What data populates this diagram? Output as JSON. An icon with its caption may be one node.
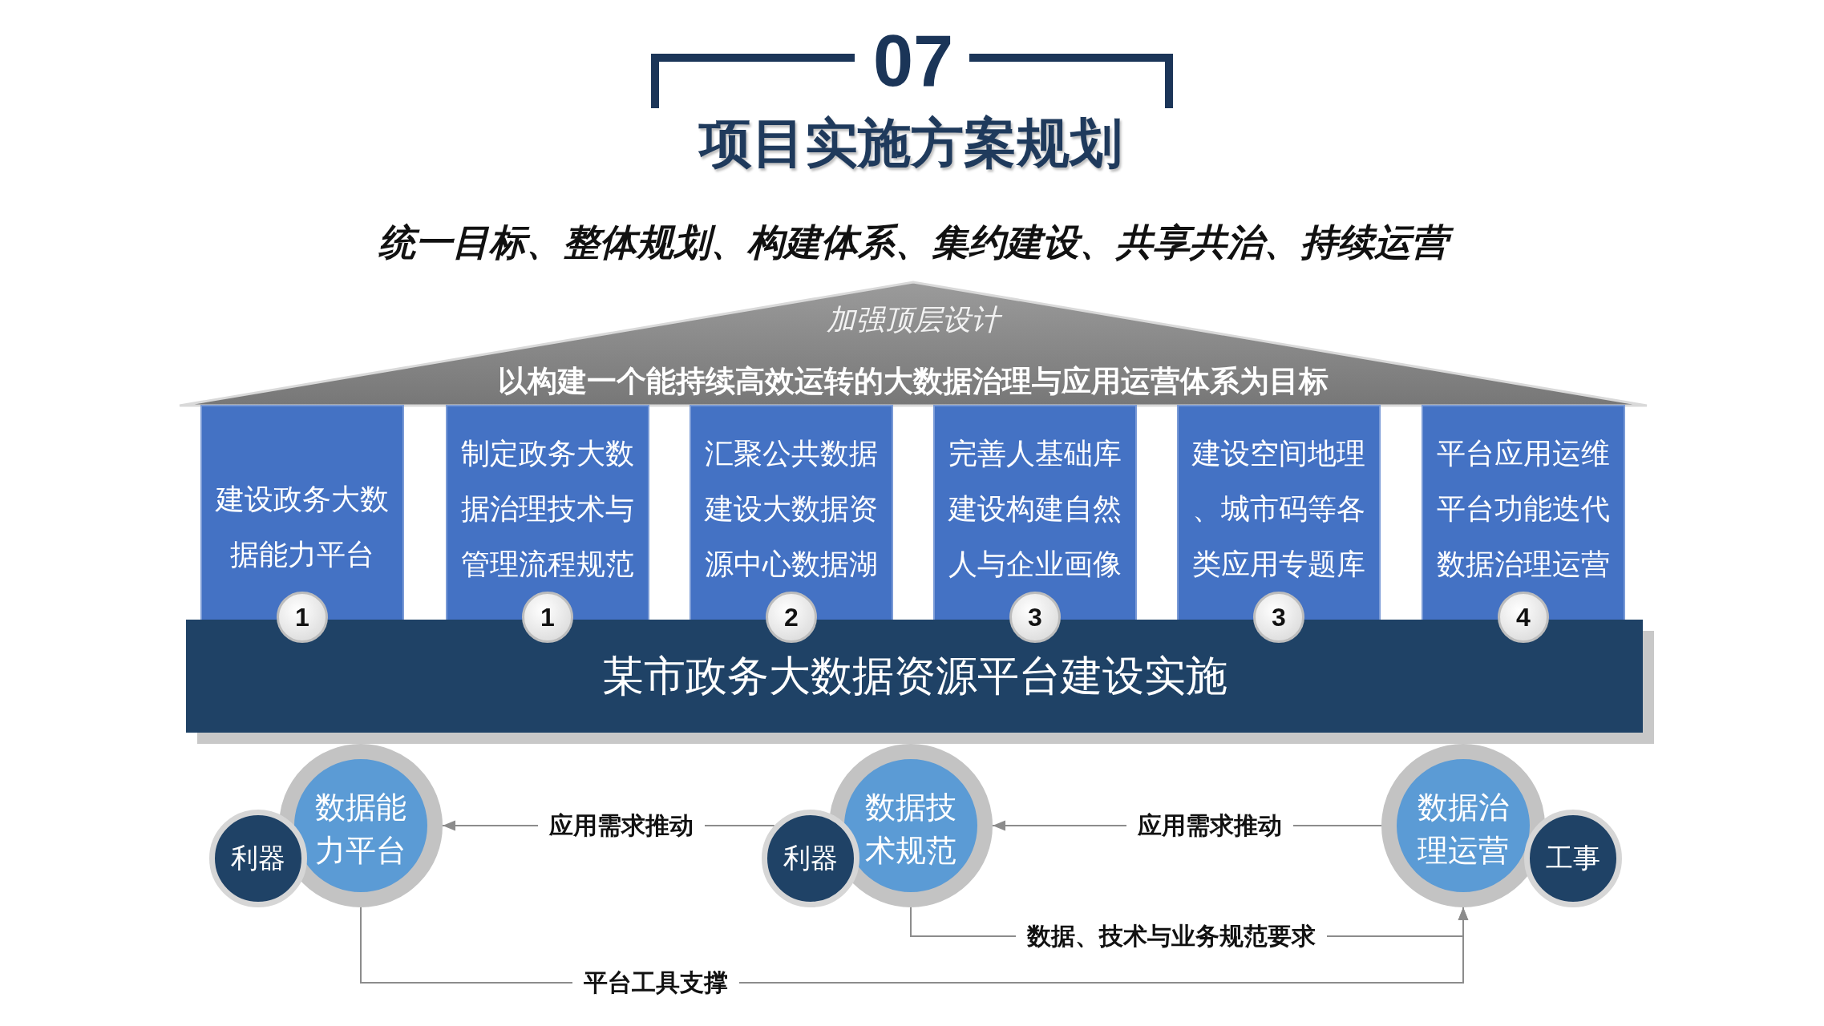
{
  "diagram": {
    "title": "项目实施方案规划",
    "nodes": [
      {
        "text": [
          "加强顶层设计",
          "以构建一个能持续高效运转的大数据治理与应用运营体系为目标"
        ]
      },
      {
        "text": [
          "建设政务大数据能力平台"
        ]
      },
      {
        "text": [
          "制定政务大数据治理技术与管理流程规范"
        ]
      },
      {
        "text": [
          "汇聚公共数据建设大数据资源中心数据湖"
        ]
      },
      {
        "text": [
          "完善人基础库建设构建自然人与企业画像"
        ]
      },
      {
        "text": [
          "建设空间地理、城市码等各类应用专题库"
        ]
      },
      {
        "text": [
          "平台应用运维平台功能迭代数据治理运营"
        ]
      },
      {
        "text": [
          "1"
        ]
      },
      {
        "text": [
          "1"
        ]
      },
      {
        "text": [
          "2"
        ]
      },
      {
        "text": [
          "3"
        ]
      },
      {
        "text": [
          "3"
        ]
      },
      {
        "text": [
          "4"
        ]
      },
      {
        "text": [
          "某市政务大数据资源平台建设实施"
        ]
      },
      {
        "text": [
          "利器"
        ]
      },
      {
        "text": [
          "数据能力平台"
        ]
      },
      {
        "text": [
          "利器"
        ]
      },
      {
        "text": [
          "数据技术规范"
        ]
      },
      {
        "text": [
          "数据治理运营"
        ]
      },
      {
        "text": [
          "工事"
        ]
      }
    ],
    "edges": [
      {
        "from": 16,
        "to": 15,
        "arrow": "to",
        "label": "应用需求推动"
      },
      {
        "from": 18,
        "to": 17,
        "arrow": "to",
        "label": "应用需求推动"
      },
      {
        "from": 17,
        "to": 18,
        "arrow": "to",
        "label": "数据、技术与业务规范要求"
      },
      {
        "from": 15,
        "to": 18,
        "arrow": "to",
        "label": "平台工具支撑"
      }
    ],
    "labels": [
      "07",
      "统一目标、整体规划、构建体系、集约建设、共享共治、持续运营"
    ]
  }
}
